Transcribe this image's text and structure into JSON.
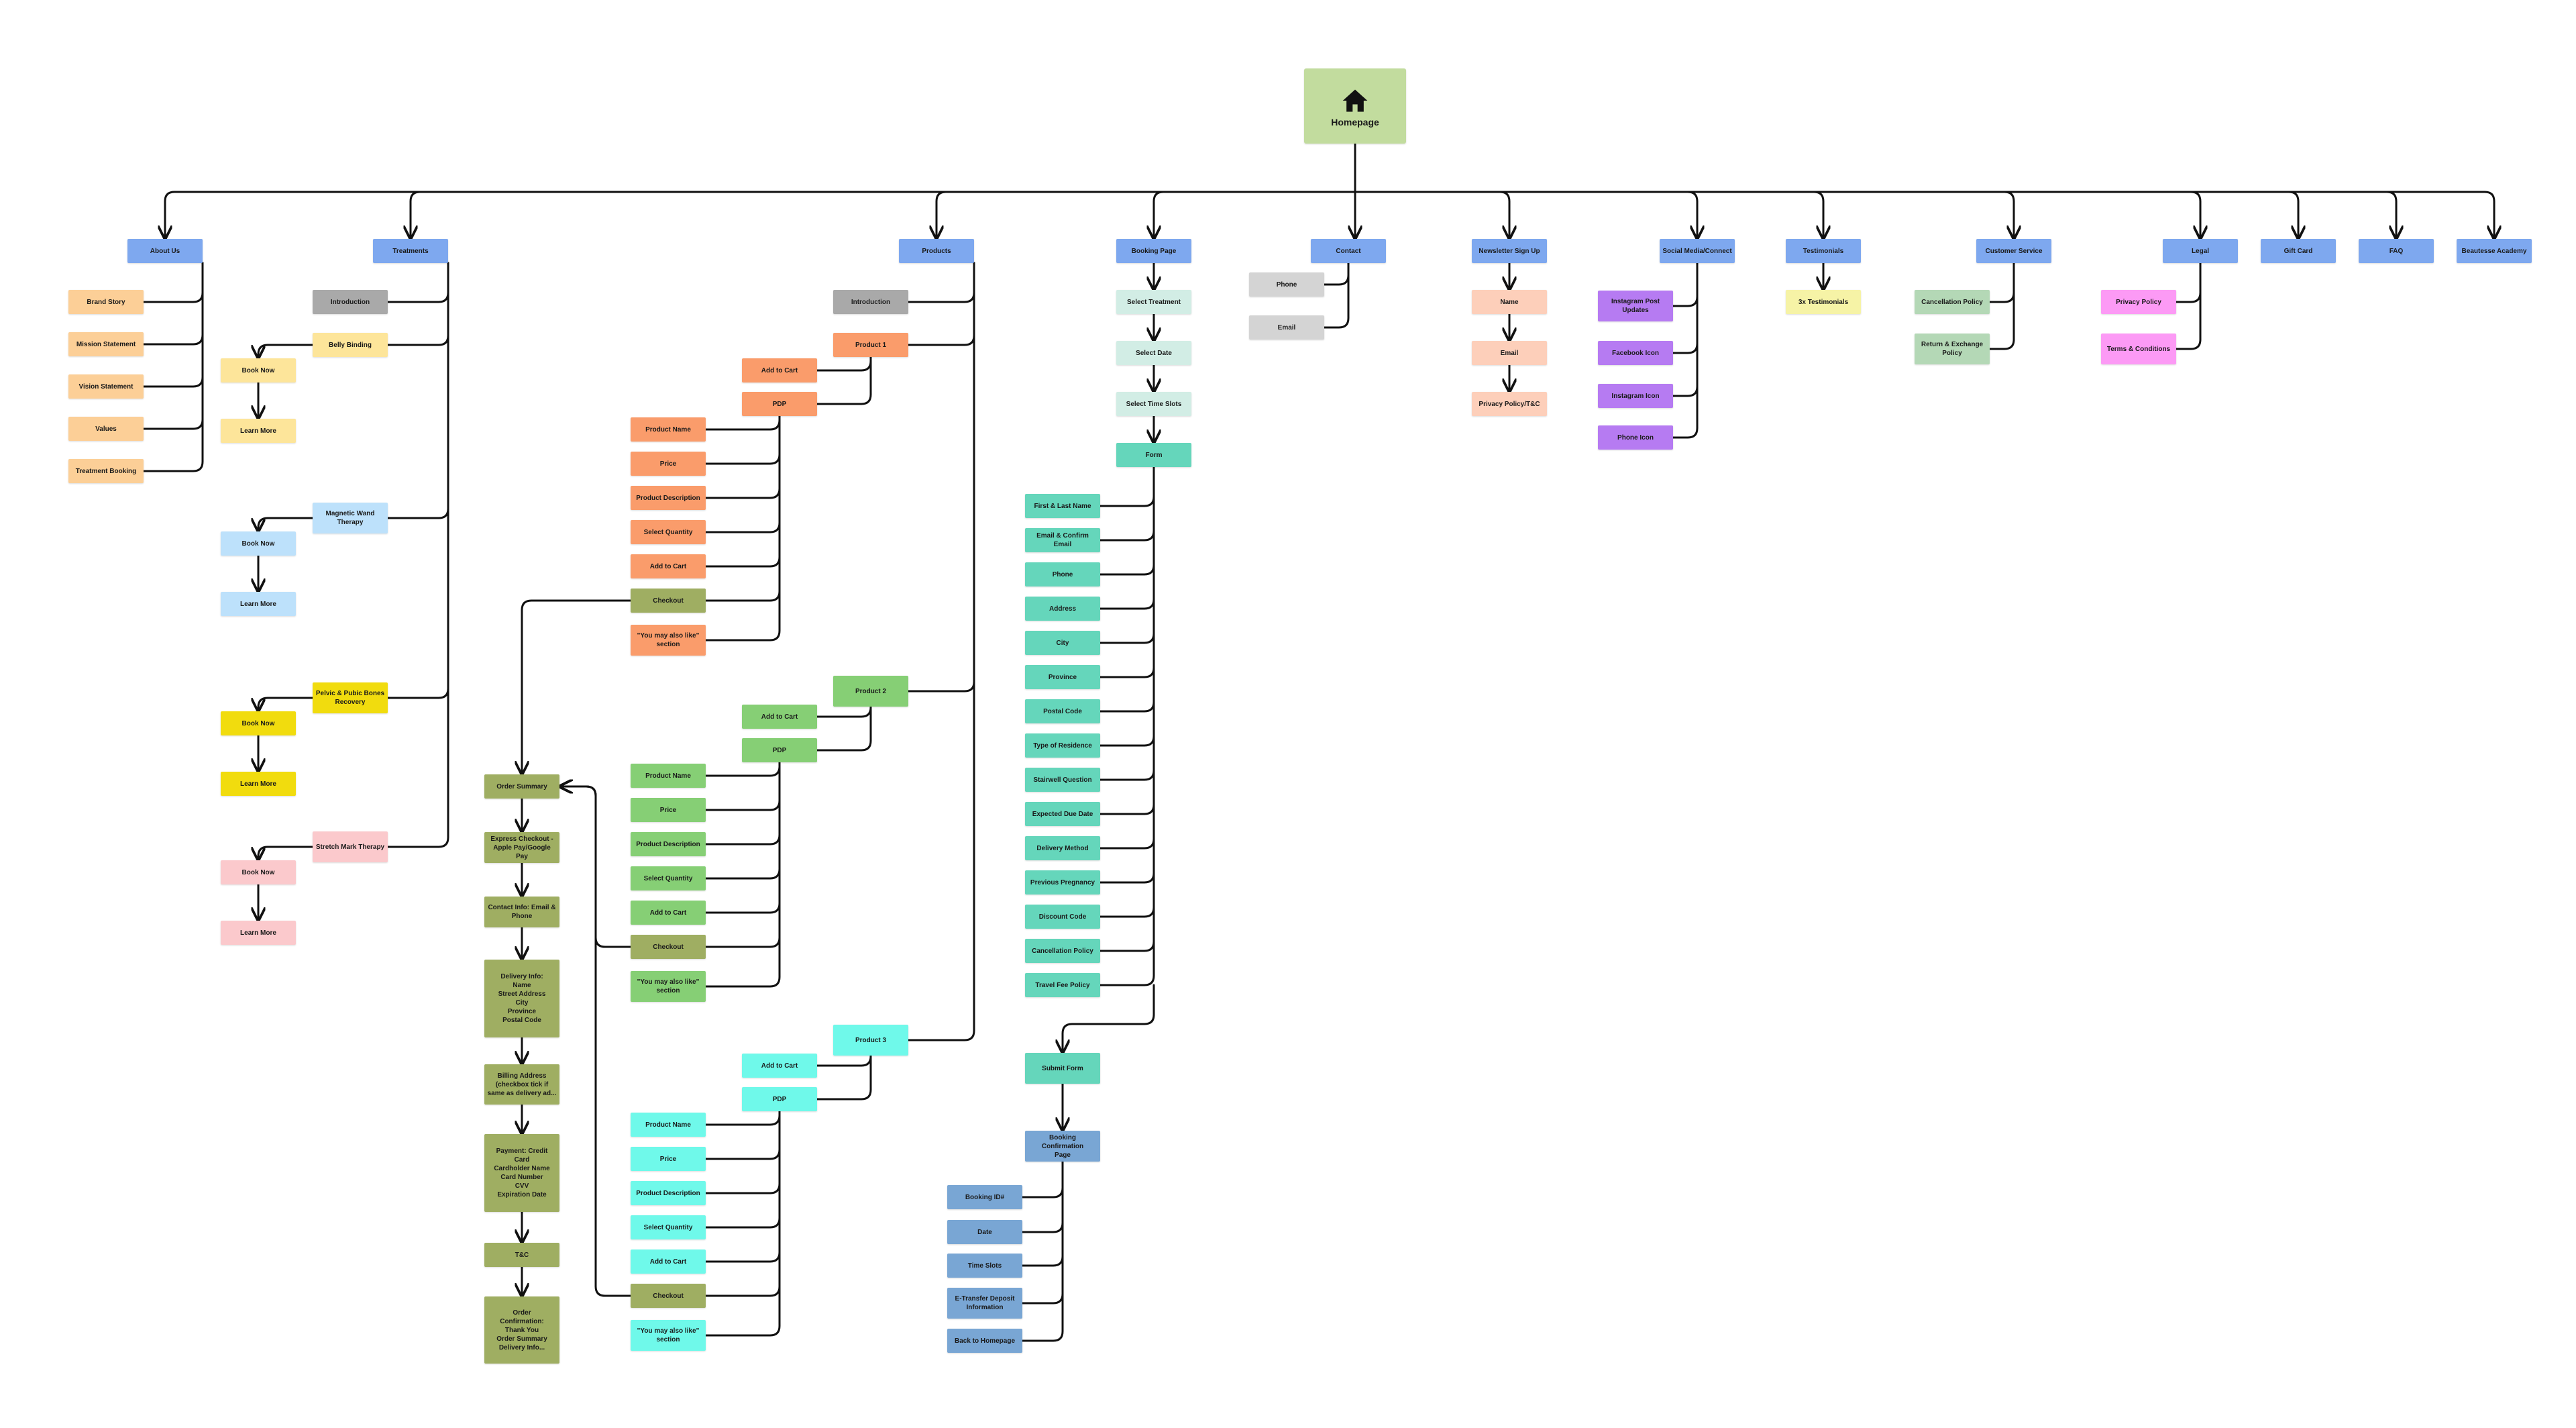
{
  "homepage": {
    "label": "Homepage",
    "icon": "house-icon",
    "color": "#c2dc9e"
  },
  "sections": [
    {
      "label": "About Us",
      "color": "#7ea8ef"
    },
    {
      "label": "Treatments",
      "color": "#7ea8ef"
    },
    {
      "label": "Products",
      "color": "#7ea8ef"
    },
    {
      "label": "Booking Page",
      "color": "#7ea8ef"
    },
    {
      "label": "Contact",
      "color": "#7ea8ef"
    },
    {
      "label": "Newsletter Sign Up",
      "color": "#7ea8ef"
    },
    {
      "label": "Social Media/Connect",
      "color": "#7ea8ef"
    },
    {
      "label": "Testimonials",
      "color": "#7ea8ef"
    },
    {
      "label": "Customer Service",
      "color": "#7ea8ef"
    },
    {
      "label": "Legal",
      "color": "#7ea8ef"
    },
    {
      "label": "Gift Card",
      "color": "#7ea8ef"
    },
    {
      "label": "FAQ",
      "color": "#7ea8ef"
    },
    {
      "label": "Beautesse Academy",
      "color": "#7ea8ef"
    }
  ],
  "about_us": [
    "Brand Story",
    "Mission Statement",
    "Vision Statement",
    "Values",
    "Treatment Booking"
  ],
  "treatments": {
    "introduction": "Introduction",
    "groups": [
      {
        "name": "Belly Binding",
        "book": "Book Now",
        "learn": "Learn More",
        "color": "#fde59a"
      },
      {
        "name": "Magnetic Wand\nTherapy",
        "book": "Book Now",
        "learn": "Learn More",
        "color": "#bde1fb"
      },
      {
        "name": "Pelvic & Pubic Bones\nRecovery",
        "book": "Book Now",
        "learn": "Learn More",
        "color": "#f1dc0e"
      },
      {
        "name": "Stretch Mark Therapy",
        "book": "Book Now",
        "learn": "Learn More",
        "color": "#fbc9cc"
      }
    ]
  },
  "products": {
    "introduction": "Introduction",
    "items": [
      {
        "name": "Product 1",
        "add_to_cart": "Add to Cart",
        "pdp": "PDP",
        "color": "#fa9c6b",
        "details": [
          "Product Name",
          "Price",
          "Product Description",
          "Select Quantity",
          "Add to Cart"
        ],
        "checkout": "Checkout",
        "also_like": "\"You may also like\"\nsection"
      },
      {
        "name": "Product 2",
        "add_to_cart": "Add to Cart",
        "pdp": "PDP",
        "color": "#86cf75",
        "details": [
          "Product Name",
          "Price",
          "Product Description",
          "Select Quantity",
          "Add to Cart"
        ],
        "checkout": "Checkout",
        "also_like": "\"You may also like\"\nsection"
      },
      {
        "name": "Product 3",
        "add_to_cart": "Add to Cart",
        "pdp": "PDP",
        "color": "#6ff9ea",
        "details": [
          "Product Name",
          "Price",
          "Product Description",
          "Select Quantity",
          "Add to Cart"
        ],
        "checkout": "Checkout",
        "also_like": "\"You may also like\"\nsection"
      }
    ],
    "checkout_color": "#9fae62",
    "checkout_flow": [
      "Order Summary",
      "Express Checkout -\nApple Pay/Google Pay",
      "Contact Info: Email &\nPhone",
      "Delivery Info:\nName\nStreet Address\nCity\nProvince\nPostal Code",
      "Billing Address\n(checkbox tick if\nsame as delivery ad...",
      "Payment: Credit\nCard\nCardholder Name\nCard Number\nCVV\nExpiration Date",
      "T&C",
      "Order\nConfirmation:\nThank You\nOrder Summary\nDelivery Info..."
    ]
  },
  "booking": {
    "steps": [
      "Select Treatment",
      "Select Date",
      "Select Time Slots"
    ],
    "form": "Form",
    "form_fields": [
      "First & Last Name",
      "Email & Confirm Email",
      "Phone",
      "Address",
      "City",
      "Province",
      "Postal Code",
      "Type of Residence",
      "Stairwell Question",
      "Expected Due Date",
      "Delivery Method",
      "Previous Pregnancy",
      "Discount Code",
      "Cancellation Policy",
      "Travel Fee Policy"
    ],
    "submit": "Submit Form",
    "confirmation": "Booking Confirmation\nPage",
    "confirmation_items": [
      "Booking ID#",
      "Date",
      "Time Slots",
      "E-Transfer Deposit\nInformation",
      "Back to Homepage"
    ]
  },
  "contact": [
    "Phone",
    "Email"
  ],
  "newsletter": [
    "Name",
    "Email",
    "Privacy Policy/T&C"
  ],
  "social": [
    "Instagram Post\nUpdates",
    "Facebook Icon",
    "Instagram Icon",
    "Phone Icon"
  ],
  "testimonials": [
    "3x Testimonials"
  ],
  "customer_service": [
    "Cancellation Policy",
    "Return & Exchange\nPolicy"
  ],
  "legal": [
    "Privacy Policy",
    "Terms & Conditions"
  ],
  "colors": {
    "about": "#fccf97",
    "intro": "#a9a9a9",
    "step": "#d2ede5",
    "form": "#65d6bb",
    "confirm": "#79a6d4",
    "contact": "#d4d4d4",
    "newsletter": "#fdcfba",
    "social": "#b67bf2",
    "testimonial": "#f6f3a6",
    "customer_service": "#b4d8b6",
    "legal": "#fc9af5",
    "line": "#111111"
  }
}
